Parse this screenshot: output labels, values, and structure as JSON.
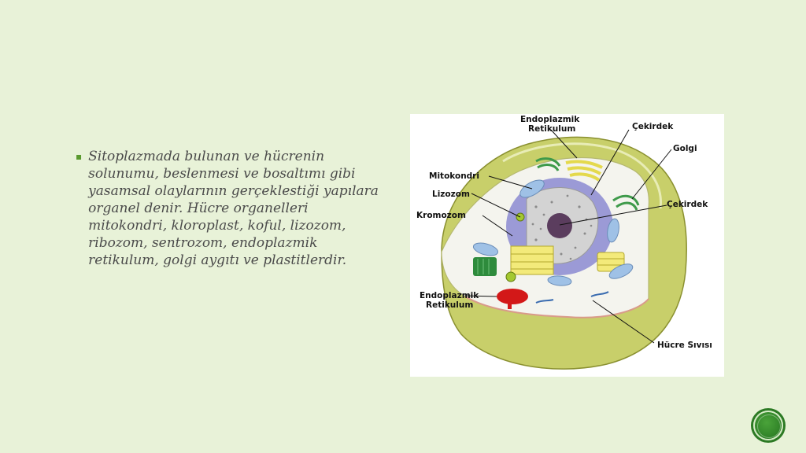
{
  "slide": {
    "bullet_text": "Sitoplazmada bulunan ve hücrenin solunumu, beslenmesi ve bosaltımı gibi yasamsal olaylarının gerçeklestiği yapılara organel denir. Hücre organelleri mitokondri, kloroplast, koful, lizozom, ribozom, sentrozom, endoplazmik retikulum, golgi aygıtı ve plastitlerdir."
  },
  "diagram": {
    "labels": {
      "er_top_1": "Endoplazmik",
      "er_top_2": "Retikulum",
      "cekirdek_top": "Çekirdek",
      "golgi": "Golgi",
      "mitokondri": "Mitokondri",
      "lizozom": "Lizozom",
      "cekirdek_right": "Çekirdek",
      "kromozom": "Kromozom",
      "er_bottom_1": "Endoplazmik",
      "er_bottom_2": "Retikulum",
      "hucre_sivisi": "Hücre Sıvısı"
    }
  },
  "colors": {
    "background": "#e8f2d8",
    "cell_wall": "#c8cf6a",
    "nuclear_envelope": "#9b9ad6",
    "nucleoplasm": "#cfcfcf",
    "nucleolus": "#5b3d5e",
    "golgi": "#f3ea7a",
    "mitochondria": "#9fc1e6",
    "er_red": "#d31818",
    "chloroplast": "#2e8b3c",
    "nav_button": "#2c7a24"
  }
}
